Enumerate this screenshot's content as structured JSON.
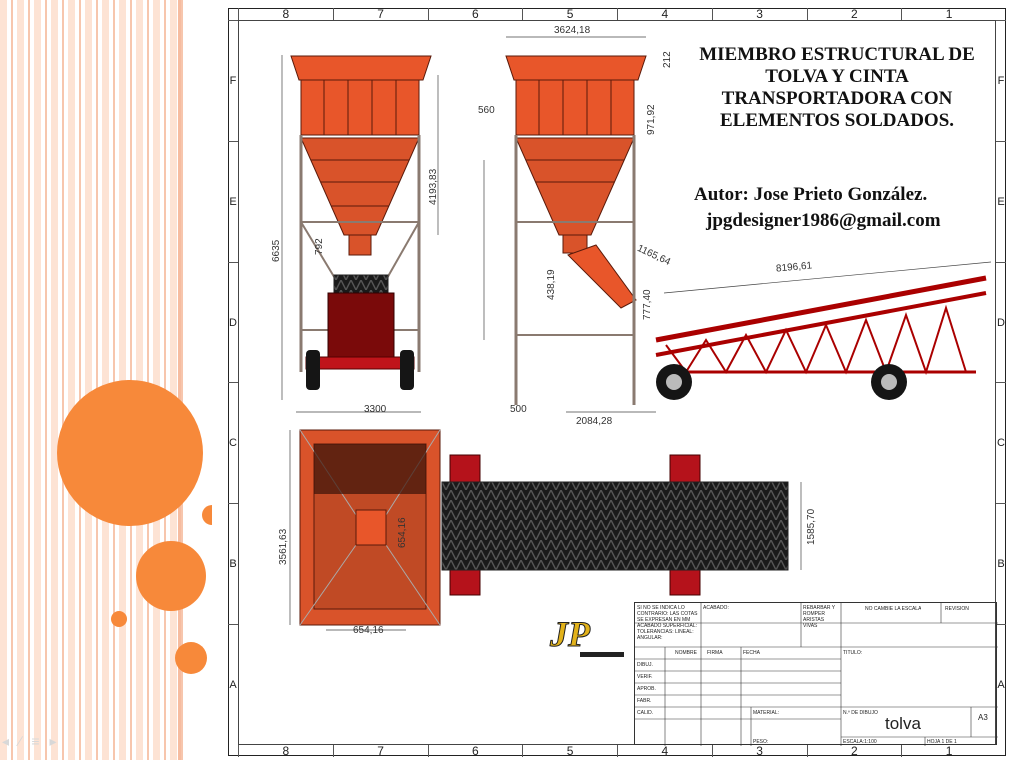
{
  "slide": {
    "nav_icons": [
      "arrow-left-icon",
      "pen-icon",
      "menu-icon",
      "arrow-right-icon"
    ],
    "accent_color": "#f7893a"
  },
  "drawing": {
    "title_lines": [
      "MIEMBRO ESTRUCTURAL DE",
      "TOLVA Y CINTA",
      "TRANSPORTADORA CON",
      "ELEMENTOS SOLDADOS."
    ],
    "author": "Autor: Jose Prieto González.",
    "email": "jpgdesigner1986@gmail.com",
    "zones_top": [
      "8",
      "7",
      "6",
      "5",
      "4",
      "3",
      "2",
      "1"
    ],
    "zones_side": [
      "F",
      "E",
      "D",
      "C",
      "B",
      "A"
    ],
    "dimensions": {
      "d1": "3624,18",
      "d2": "212",
      "d3": "971,92",
      "d4": "560",
      "d5": "4193,83",
      "d6": "6635",
      "d7": "792",
      "d8": "1165,64",
      "d9": "8196,61",
      "d10": "438,19",
      "d11": "777,40",
      "d12": "3300",
      "d13": "500",
      "d14": "2084,28",
      "d15": "3561,63",
      "d16": "654,16",
      "d17": "654,16",
      "d18": "1585,70"
    },
    "title_block": {
      "note": "SI NO SE INDICA LO CONTRARIO: LAS COTAS SE EXPRESAN EN MM ACABADO SUPERFICIAL: TOLERANCIAS: LINEAL: ANGULAR:",
      "acabado": "ACABADO:",
      "rebarbar": "REBARBAR Y ROMPER ARISTAS VIVAS",
      "no_cambie": "NO CAMBIE LA ESCALA",
      "revision": "REVISIÓN",
      "nombre": "NOMBRE",
      "firma": "FIRMA",
      "fecha": "FECHA",
      "titulo": "TÍTULO:",
      "dibuj": "DIBUJ.",
      "verif": "VERIF.",
      "aprob": "APROB.",
      "fabr": "FABR.",
      "calid": "CALID.",
      "material": "MATERIAL:",
      "n_dibujo": "N.º DE DIBUJO",
      "part_name": "tolva",
      "size": "A3",
      "peso": "PESO:",
      "escala": "ESCALA:1:100",
      "hoja": "HOJA 1 DE 1"
    }
  }
}
